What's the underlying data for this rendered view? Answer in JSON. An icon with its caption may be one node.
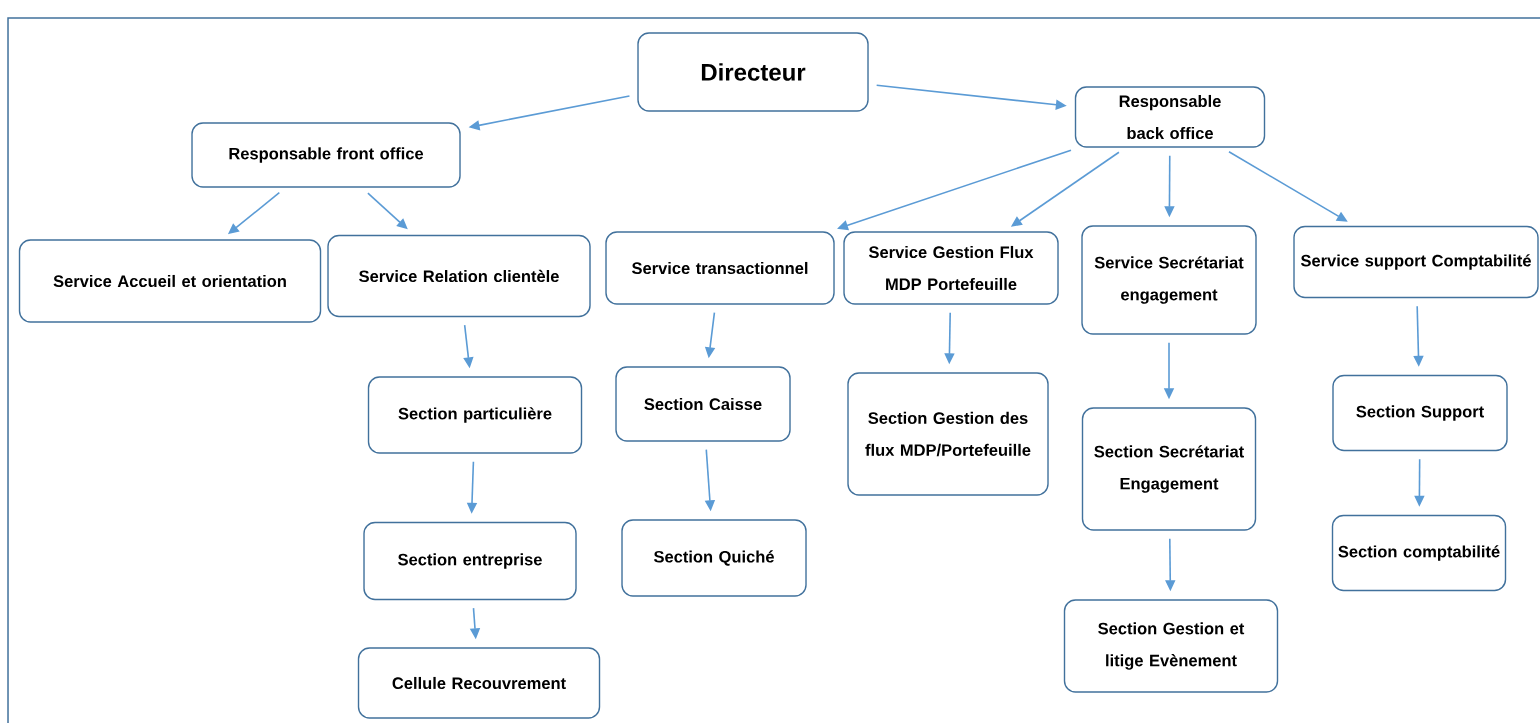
{
  "diagram": {
    "nodes": [
      {
        "text": [
          "Directeur"
        ]
      },
      {
        "text": [
          "Responsable front office"
        ]
      },
      {
        "text": [
          "Responsable back office"
        ]
      },
      {
        "text": [
          "Service Accueil et orientation"
        ]
      },
      {
        "text": [
          "Service Relation clientèle"
        ]
      },
      {
        "text": [
          "Service transactionnel"
        ]
      },
      {
        "text": [
          "Service Gestion Flux MDP Portefeuille"
        ]
      },
      {
        "text": [
          "Service Secrétariat engagement"
        ]
      },
      {
        "text": [
          "Service support Comptabilité"
        ]
      },
      {
        "text": [
          "Section particulière"
        ]
      },
      {
        "text": [
          "Section entreprise"
        ]
      },
      {
        "text": [
          "Cellule Recouvrement"
        ]
      },
      {
        "text": [
          "Section Caisse"
        ]
      },
      {
        "text": [
          "Section Quiché"
        ]
      },
      {
        "text": [
          "Section Gestion des flux MDP/Portefeuille"
        ]
      },
      {
        "text": [
          "Section Secrétariat Engagement"
        ]
      },
      {
        "text": [
          "Section Gestion et litige Evènement"
        ]
      },
      {
        "text": [
          "Section Support"
        ]
      },
      {
        "text": [
          "Section comptabilité"
        ]
      }
    ],
    "edges": [
      {
        "from": 0,
        "to": 1,
        "arrow": "to"
      },
      {
        "from": 0,
        "to": 2,
        "arrow": "to"
      },
      {
        "from": 1,
        "to": 3,
        "arrow": "to"
      },
      {
        "from": 1,
        "to": 4,
        "arrow": "to"
      },
      {
        "from": 2,
        "to": 5,
        "arrow": "to"
      },
      {
        "from": 2,
        "to": 6,
        "arrow": "to"
      },
      {
        "from": 2,
        "to": 7,
        "arrow": "to"
      },
      {
        "from": 2,
        "to": 8,
        "arrow": "to"
      },
      {
        "from": 4,
        "to": 9,
        "arrow": "to"
      },
      {
        "from": 9,
        "to": 10,
        "arrow": "to"
      },
      {
        "from": 10,
        "to": 11,
        "arrow": "to"
      },
      {
        "from": 5,
        "to": 12,
        "arrow": "to"
      },
      {
        "from": 12,
        "to": 13,
        "arrow": "to"
      },
      {
        "from": 6,
        "to": 14,
        "arrow": "to"
      },
      {
        "from": 7,
        "to": 15,
        "arrow": "to"
      },
      {
        "from": 15,
        "to": 16,
        "arrow": "to"
      },
      {
        "from": 8,
        "to": 17,
        "arrow": "to"
      },
      {
        "from": 17,
        "to": 18,
        "arrow": "to"
      }
    ]
  }
}
